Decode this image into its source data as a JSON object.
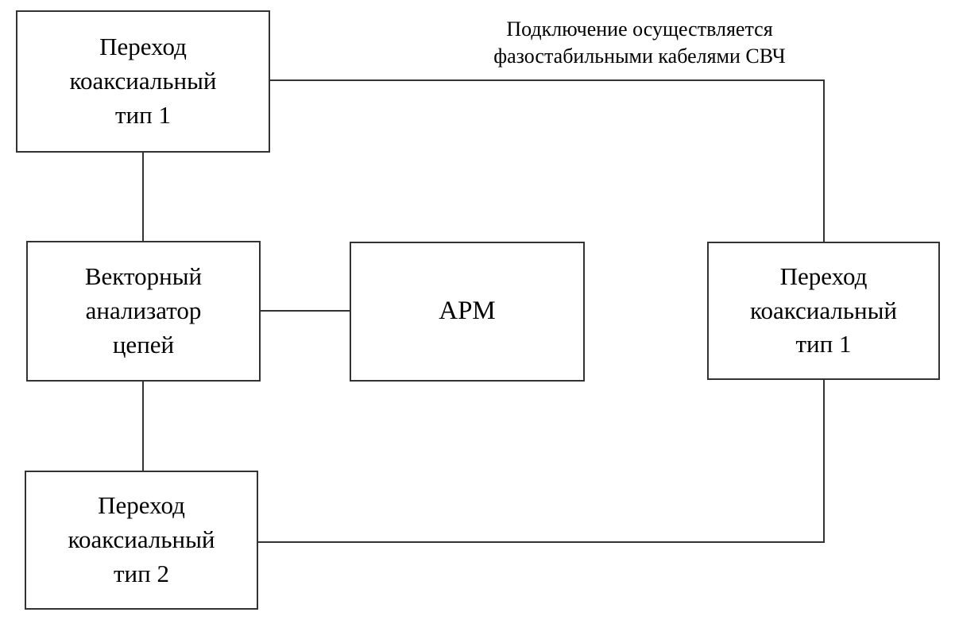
{
  "diagram": {
    "title_annotation": [
      "Подключение осуществляется",
      "фазостабильными кабелями СВЧ"
    ],
    "nodes": {
      "adapter_type1_top": {
        "label": [
          "Переход",
          "коаксиальный",
          "тип 1"
        ]
      },
      "vna": {
        "label": [
          "Векторный",
          "анализатор",
          "цепей"
        ]
      },
      "arm": {
        "label": "АРМ"
      },
      "adapter_type1_right": {
        "label": [
          "Переход",
          "коаксиальный",
          "тип 1"
        ]
      },
      "adapter_type2_bottom": {
        "label": [
          "Переход",
          "коаксиальный",
          "тип 2"
        ]
      }
    },
    "edges": [
      {
        "from": "adapter_type1_top",
        "to": "adapter_type1_right",
        "note": "подключение фазостабильными кабелями СВЧ"
      },
      {
        "from": "adapter_type1_top",
        "to": "vna"
      },
      {
        "from": "vna",
        "to": "arm"
      },
      {
        "from": "vna",
        "to": "adapter_type2_bottom"
      },
      {
        "from": "adapter_type2_bottom",
        "to": "adapter_type1_right"
      }
    ],
    "colors": {
      "line": "#333333",
      "text": "#000000",
      "background": "#ffffff"
    }
  }
}
